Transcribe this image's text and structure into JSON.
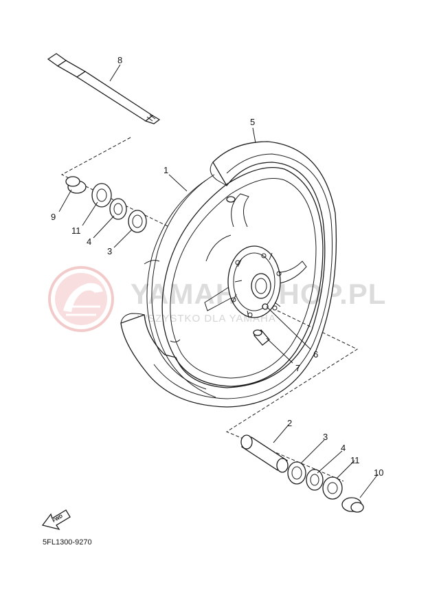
{
  "diagram": {
    "drawing_code": "5FL1300-9270",
    "fwd_label": "FWD",
    "watermark": {
      "main_text": "YAMAHASHOP.PL",
      "sub_text": "WSZYSTKO DLA YAMAHA"
    },
    "callouts": [
      "1",
      "2",
      "3",
      "3",
      "4",
      "4",
      "5",
      "6",
      "7",
      "8",
      "9",
      "10",
      "11",
      "11"
    ]
  }
}
